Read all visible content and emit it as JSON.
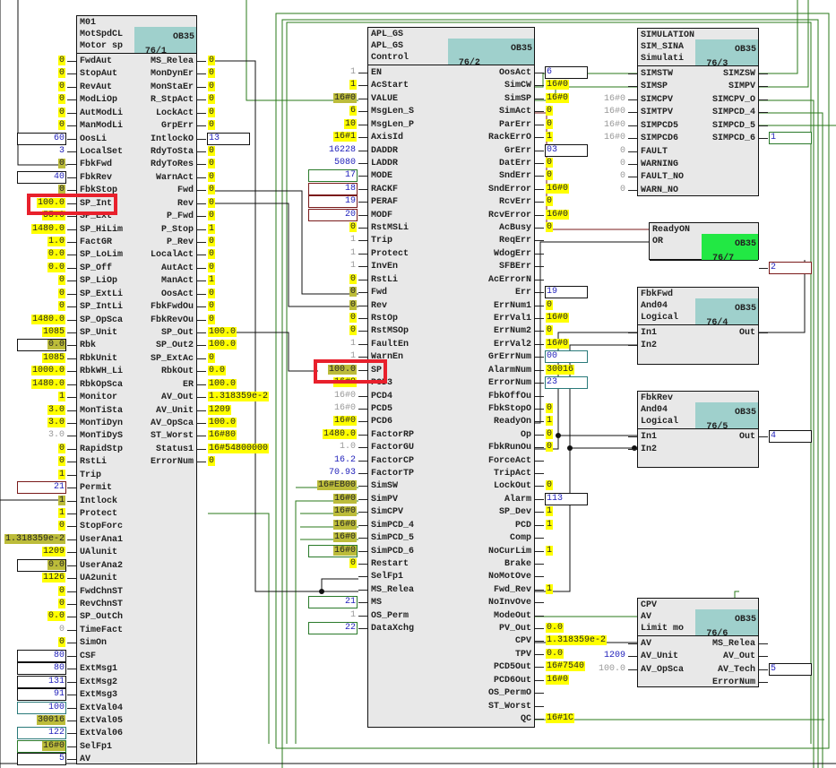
{
  "blocks": [
    {
      "id": "M01",
      "title": [
        "M01",
        "MotSpdCL",
        "Motor sp"
      ],
      "ob": "OB35",
      "seq": "76/1",
      "inputs": [
        {
          "n": "FwdAut",
          "v": "0",
          "s": "y"
        },
        {
          "n": "StopAut",
          "v": "0",
          "s": "y"
        },
        {
          "n": "RevAut",
          "v": "0",
          "s": "y"
        },
        {
          "n": "ModLiOp",
          "v": "0",
          "s": "y"
        },
        {
          "n": "AutModLi",
          "v": "0",
          "s": "y"
        },
        {
          "n": "ManModLi",
          "v": "0",
          "s": "y"
        },
        {
          "n": "OosLi",
          "v": "60",
          "s": "box"
        },
        {
          "n": "LocalSet",
          "v": "3",
          "s": "b"
        },
        {
          "n": "FbkFwd",
          "v": "0",
          "s": "o"
        },
        {
          "n": "FbkRev",
          "v": "40",
          "s": "box"
        },
        {
          "n": "FbkStop",
          "v": "0",
          "s": "o"
        },
        {
          "n": "SP_Int",
          "v": "100.0",
          "s": "y"
        },
        {
          "n": "SP_Ext",
          "v": "55.0",
          "s": "y"
        },
        {
          "n": "SP_HiLim",
          "v": "1480.0",
          "s": "y"
        },
        {
          "n": "FactGR",
          "v": "1.0",
          "s": "y"
        },
        {
          "n": "SP_LoLim",
          "v": "0.0",
          "s": "y"
        },
        {
          "n": "SP_Off",
          "v": "0.0",
          "s": "y"
        },
        {
          "n": "SP_LiOp",
          "v": "0",
          "s": "y"
        },
        {
          "n": "SP_ExtLi",
          "v": "0",
          "s": "y"
        },
        {
          "n": "SP_IntLi",
          "v": "0",
          "s": "y"
        },
        {
          "n": "SP_OpSca",
          "v": "1480.0",
          "s": "y"
        },
        {
          "n": "SP_Unit",
          "v": "1085",
          "s": "y"
        },
        {
          "n": "Rbk",
          "v": "0.0",
          "s": "obox"
        },
        {
          "n": "RbkUnit",
          "v": "1085",
          "s": "y"
        },
        {
          "n": "RbkWH_Li",
          "v": "1000.0",
          "s": "y"
        },
        {
          "n": "RbkOpSca",
          "v": "1480.0",
          "s": "y"
        },
        {
          "n": "Monitor",
          "v": "1",
          "s": "y"
        },
        {
          "n": "MonTiSta",
          "v": "3.0",
          "s": "y"
        },
        {
          "n": "MonTiDyn",
          "v": "3.0",
          "s": "y"
        },
        {
          "n": "MonTiDyS",
          "v": "3.0",
          "s": "g"
        },
        {
          "n": "RapidStp",
          "v": "0",
          "s": "y"
        },
        {
          "n": "RstLi",
          "v": "0",
          "s": "y"
        },
        {
          "n": "Trip",
          "v": "1",
          "s": "y"
        },
        {
          "n": "Permit",
          "v": "21",
          "s": "boxr"
        },
        {
          "n": "Intlock",
          "v": "1",
          "s": "o"
        },
        {
          "n": "Protect",
          "v": "1",
          "s": "y"
        },
        {
          "n": "StopForc",
          "v": "0",
          "s": "y"
        },
        {
          "n": "UserAna1",
          "v": "1.318359e-2",
          "s": "o"
        },
        {
          "n": "UAlunit",
          "v": "1209",
          "s": "y"
        },
        {
          "n": "UserAna2",
          "v": "0.0",
          "s": "obox"
        },
        {
          "n": "UA2unit",
          "v": "1126",
          "s": "y"
        },
        {
          "n": "FwdChnST",
          "v": "0",
          "s": "y"
        },
        {
          "n": "RevChnST",
          "v": "0",
          "s": "y"
        },
        {
          "n": "SP_OutCh",
          "v": "0.0",
          "s": "y"
        },
        {
          "n": "TimeFact",
          "v": "0",
          "s": "g"
        },
        {
          "n": "SimOn",
          "v": "0",
          "s": "y"
        },
        {
          "n": "CSF",
          "v": "80",
          "s": "box"
        },
        {
          "n": "ExtMsg1",
          "v": "80",
          "s": "box"
        },
        {
          "n": "ExtMsg2",
          "v": "131",
          "s": "box"
        },
        {
          "n": "ExtMsg3",
          "v": "91",
          "s": "box"
        },
        {
          "n": "ExtVal04",
          "v": "100",
          "s": "boxt"
        },
        {
          "n": "ExtVal05",
          "v": "30016",
          "s": "o"
        },
        {
          "n": "ExtVal06",
          "v": "122",
          "s": "boxt"
        },
        {
          "n": "SelFp1",
          "v": "16#0",
          "s": "oboxg"
        },
        {
          "n": "AV",
          "v": "5",
          "s": "box"
        }
      ],
      "outputs": [
        {
          "n": "MS_Relea",
          "v": "0",
          "s": "y"
        },
        {
          "n": "MonDynEr",
          "v": "0",
          "s": "y"
        },
        {
          "n": "MonStaEr",
          "v": "0",
          "s": "y"
        },
        {
          "n": "R_StpAct",
          "v": "0",
          "s": "y"
        },
        {
          "n": "LockAct",
          "v": "0",
          "s": "y"
        },
        {
          "n": "GrpErr",
          "v": "0",
          "s": "y"
        },
        {
          "n": "IntlockO",
          "v": "13",
          "s": "box"
        },
        {
          "n": "RdyToSta",
          "v": "0",
          "s": "y"
        },
        {
          "n": "RdyToRes",
          "v": "0",
          "s": "y"
        },
        {
          "n": "WarnAct",
          "v": "0",
          "s": "y"
        },
        {
          "n": "Fwd",
          "v": "0",
          "s": "y"
        },
        {
          "n": "Rev",
          "v": "0",
          "s": "y"
        },
        {
          "n": "P_Fwd",
          "v": "0",
          "s": "y"
        },
        {
          "n": "P_Stop",
          "v": "1",
          "s": "y"
        },
        {
          "n": "P_Rev",
          "v": "0",
          "s": "y"
        },
        {
          "n": "LocalAct",
          "v": "0",
          "s": "y"
        },
        {
          "n": "AutAct",
          "v": "0",
          "s": "y"
        },
        {
          "n": "ManAct",
          "v": "1",
          "s": "y"
        },
        {
          "n": "OosAct",
          "v": "0",
          "s": "y"
        },
        {
          "n": "FbkFwdOu",
          "v": "0",
          "s": "y"
        },
        {
          "n": "FbkRevOu",
          "v": "0",
          "s": "y"
        },
        {
          "n": "SP_Out",
          "v": "100.0",
          "s": "y"
        },
        {
          "n": "SP_Out2",
          "v": "100.0",
          "s": "y"
        },
        {
          "n": "SP_ExtAc",
          "v": "0",
          "s": "y"
        },
        {
          "n": "RbkOut",
          "v": "0.0",
          "s": "y"
        },
        {
          "n": "ER",
          "v": "100.0",
          "s": "y"
        },
        {
          "n": "AV_Out",
          "v": "1.318359e-2",
          "s": "y"
        },
        {
          "n": "AV_Unit",
          "v": "1209",
          "s": "y"
        },
        {
          "n": "AV_OpSca",
          "v": "100.0",
          "s": "y"
        },
        {
          "n": "ST_Worst",
          "v": "16#80",
          "s": "y"
        },
        {
          "n": "Status1",
          "v": "16#54800000",
          "s": "y"
        },
        {
          "n": "ErrorNum",
          "v": "0",
          "s": "y"
        }
      ]
    },
    {
      "id": "APL_GS",
      "title": [
        "APL_GS",
        "APL_GS",
        "Control"
      ],
      "ob": "OB35",
      "seq": "76/2",
      "inputs": [
        {
          "n": "EN",
          "v": "1",
          "s": "g"
        },
        {
          "n": "AcStart",
          "v": "1",
          "s": "y"
        },
        {
          "n": "VALUE",
          "v": "16#0",
          "s": "o"
        },
        {
          "n": "MsgLen_S",
          "v": "6",
          "s": "y"
        },
        {
          "n": "MsgLen_P",
          "v": "10",
          "s": "y"
        },
        {
          "n": "AxisId",
          "v": "16#1",
          "s": "y"
        },
        {
          "n": "DADDR",
          "v": "16228",
          "s": "b"
        },
        {
          "n": "LADDR",
          "v": "5080",
          "s": "b"
        },
        {
          "n": "MODE",
          "v": "17",
          "s": "boxg"
        },
        {
          "n": "RACKF",
          "v": "18",
          "s": "boxr"
        },
        {
          "n": "PERAF",
          "v": "19",
          "s": "boxr"
        },
        {
          "n": "MODF",
          "v": "20",
          "s": "boxr"
        },
        {
          "n": "RstMSLi",
          "v": "0",
          "s": "y"
        },
        {
          "n": "Trip",
          "v": "1",
          "s": "g"
        },
        {
          "n": "Protect",
          "v": "1",
          "s": "g"
        },
        {
          "n": "InvEn",
          "v": "1",
          "s": "g"
        },
        {
          "n": "RstLi",
          "v": "0",
          "s": "y"
        },
        {
          "n": "Fwd",
          "v": "0",
          "s": "o"
        },
        {
          "n": "Rev",
          "v": "0",
          "s": "o"
        },
        {
          "n": "RstOp",
          "v": "0",
          "s": "y"
        },
        {
          "n": "RstMSOp",
          "v": "0",
          "s": "y"
        },
        {
          "n": "FaultEn",
          "v": "1",
          "s": "g"
        },
        {
          "n": "WarnEn",
          "v": "1",
          "s": "g"
        },
        {
          "n": "SP",
          "v": "100.0",
          "s": "o"
        },
        {
          "n": "PCD3",
          "v": "16#0",
          "s": "y"
        },
        {
          "n": "PCD4",
          "v": "16#0",
          "s": "g"
        },
        {
          "n": "PCD5",
          "v": "16#0",
          "s": "g"
        },
        {
          "n": "PCD6",
          "v": "16#0",
          "s": "y"
        },
        {
          "n": "FactorRP",
          "v": "1480.0",
          "s": "y"
        },
        {
          "n": "FactorGU",
          "v": "1.0",
          "s": "g"
        },
        {
          "n": "FactorCP",
          "v": "16.2",
          "s": "b"
        },
        {
          "n": "FactorTP",
          "v": "70.93",
          "s": "b"
        },
        {
          "n": "SimSW",
          "v": "16#EB00",
          "s": "o"
        },
        {
          "n": "SimPV",
          "v": "16#0",
          "s": "o"
        },
        {
          "n": "SimCPV",
          "v": "16#0",
          "s": "o"
        },
        {
          "n": "SimPCD_4",
          "v": "16#0",
          "s": "o"
        },
        {
          "n": "SimPCD_5",
          "v": "16#0",
          "s": "o"
        },
        {
          "n": "SimPCD_6",
          "v": "16#0",
          "s": "oboxg"
        },
        {
          "n": "Restart",
          "v": "0",
          "s": "y"
        },
        {
          "n": "SelFp1",
          "v": "",
          "s": ""
        },
        {
          "n": "MS_Relea",
          "v": "",
          "s": ""
        },
        {
          "n": "MS",
          "v": "21",
          "s": "boxg"
        },
        {
          "n": "OS_Perm",
          "v": "1",
          "s": "g"
        },
        {
          "n": "DataXchg",
          "v": "22",
          "s": "boxg"
        }
      ],
      "outputs": [
        {
          "n": "OosAct",
          "v": "6",
          "s": "box"
        },
        {
          "n": "SimCW",
          "v": "16#0",
          "s": "y"
        },
        {
          "n": "SimSP",
          "v": "16#0",
          "s": "y"
        },
        {
          "n": "SimAct",
          "v": "0",
          "s": "y"
        },
        {
          "n": "ParErr",
          "v": "0",
          "s": "y"
        },
        {
          "n": "RackErrO",
          "v": "1",
          "s": "y"
        },
        {
          "n": "GrErr",
          "v": "03",
          "s": "box"
        },
        {
          "n": "DatErr",
          "v": "0",
          "s": "y"
        },
        {
          "n": "SndErr",
          "v": "0",
          "s": "y"
        },
        {
          "n": "SndError",
          "v": "16#0",
          "s": "y"
        },
        {
          "n": "RcvErr",
          "v": "0",
          "s": "y"
        },
        {
          "n": "RcvError",
          "v": "16#0",
          "s": "y"
        },
        {
          "n": "AcBusy",
          "v": "0",
          "s": "y"
        },
        {
          "n": "ReqErr",
          "v": "",
          "s": ""
        },
        {
          "n": "WdogErr",
          "v": "",
          "s": ""
        },
        {
          "n": "SFBErr",
          "v": "",
          "s": ""
        },
        {
          "n": "AcErrorN",
          "v": "",
          "s": ""
        },
        {
          "n": "Err",
          "v": "19",
          "s": "box"
        },
        {
          "n": "ErrNum1",
          "v": "0",
          "s": "y"
        },
        {
          "n": "ErrVal1",
          "v": "16#0",
          "s": "y"
        },
        {
          "n": "ErrNum2",
          "v": "0",
          "s": "y"
        },
        {
          "n": "ErrVal2",
          "v": "16#0",
          "s": "y"
        },
        {
          "n": "GrErrNum",
          "v": "00",
          "s": "boxt"
        },
        {
          "n": "AlarmNum",
          "v": "30016",
          "s": "y"
        },
        {
          "n": "ErrorNum",
          "v": "23",
          "s": "boxt"
        },
        {
          "n": "FbkOffOu",
          "v": "",
          "s": ""
        },
        {
          "n": "FbkStopO",
          "v": "0",
          "s": "y"
        },
        {
          "n": "ReadyOn",
          "v": "1",
          "s": "y"
        },
        {
          "n": "Op",
          "v": "0",
          "s": "y"
        },
        {
          "n": "FbkRunOu",
          "v": "0",
          "s": "y"
        },
        {
          "n": "ForceAct",
          "v": "",
          "s": ""
        },
        {
          "n": "TripAct",
          "v": "",
          "s": ""
        },
        {
          "n": "LockOut",
          "v": "0",
          "s": "y"
        },
        {
          "n": "Alarm",
          "v": "113",
          "s": "box"
        },
        {
          "n": "SP_Dev",
          "v": "1",
          "s": "y"
        },
        {
          "n": "PCD",
          "v": "1",
          "s": "y"
        },
        {
          "n": "Comp",
          "v": "",
          "s": ""
        },
        {
          "n": "NoCurLim",
          "v": "1",
          "s": "y"
        },
        {
          "n": "Brake",
          "v": "",
          "s": ""
        },
        {
          "n": "NoMotOve",
          "v": "",
          "s": ""
        },
        {
          "n": "Fwd_Rev",
          "v": "1",
          "s": "y"
        },
        {
          "n": "NoInvOve",
          "v": "",
          "s": ""
        },
        {
          "n": "ModeOut",
          "v": "",
          "s": ""
        },
        {
          "n": "PV_Out",
          "v": "0.0",
          "s": "y"
        },
        {
          "n": "CPV",
          "v": "1.318359e-2",
          "s": "y"
        },
        {
          "n": "TPV",
          "v": "0.0",
          "s": "y"
        },
        {
          "n": "PCD5Out",
          "v": "16#7540",
          "s": "y"
        },
        {
          "n": "PCD6Out",
          "v": "16#0",
          "s": "y"
        },
        {
          "n": "OS_PermO",
          "v": "",
          "s": ""
        },
        {
          "n": "ST_Worst",
          "v": "",
          "s": ""
        },
        {
          "n": "QC",
          "v": "16#1C",
          "s": "y"
        }
      ]
    },
    {
      "id": "SIMULATION",
      "title": [
        "SIMULATION",
        "SIM_SINA",
        "Simulati"
      ],
      "ob": "OB35",
      "seq": "76/3",
      "inputs": [
        {
          "n": "SIMSTW",
          "v": "",
          "s": ""
        },
        {
          "n": "SIMSP",
          "v": "",
          "s": ""
        },
        {
          "n": "SIMCPV",
          "v": "16#0",
          "s": "g"
        },
        {
          "n": "SIMTPV",
          "v": "16#0",
          "s": "g"
        },
        {
          "n": "SIMPCD5",
          "v": "16#0",
          "s": "g"
        },
        {
          "n": "SIMPCD6",
          "v": "16#0",
          "s": "g"
        },
        {
          "n": "FAULT",
          "v": "0",
          "s": "g"
        },
        {
          "n": "WARNING",
          "v": "0",
          "s": "g"
        },
        {
          "n": "FAULT_NO",
          "v": "0",
          "s": "g"
        },
        {
          "n": "WARN_NO",
          "v": "0",
          "s": "g"
        }
      ],
      "outputs": [
        {
          "n": "SIMZSW",
          "v": "",
          "s": ""
        },
        {
          "n": "SIMPV",
          "v": "",
          "s": ""
        },
        {
          "n": "SIMCPV_O",
          "v": "",
          "s": ""
        },
        {
          "n": "SIMPCD_4",
          "v": "",
          "s": ""
        },
        {
          "n": "SIMPCD_5",
          "v": "",
          "s": ""
        },
        {
          "n": "SIMPCD_6",
          "v": "1",
          "s": "boxg"
        }
      ]
    },
    {
      "id": "ReadyON",
      "title": [
        "ReadyON",
        "OR"
      ],
      "ob": "OB35",
      "seq": "76/7",
      "obcolor": "#22e844",
      "inputs": [],
      "outputs": [
        {
          "n": "",
          "v": "2",
          "s": "boxr"
        }
      ]
    },
    {
      "id": "FbkFwd",
      "title": [
        "FbkFwd",
        "And04",
        "Logical"
      ],
      "ob": "OB35",
      "seq": "76/4",
      "inputs": [
        {
          "n": "In1",
          "v": "",
          "s": ""
        },
        {
          "n": "In2",
          "v": "",
          "s": ""
        }
      ],
      "outputs": [
        {
          "n": "Out",
          "v": "",
          "s": ""
        }
      ]
    },
    {
      "id": "FbkRev",
      "title": [
        "FbkRev",
        "And04",
        "Logical"
      ],
      "ob": "OB35",
      "seq": "76/5",
      "inputs": [
        {
          "n": "In1",
          "v": "",
          "s": ""
        },
        {
          "n": "In2",
          "v": "",
          "s": ""
        }
      ],
      "outputs": [
        {
          "n": "Out",
          "v": "4",
          "s": "box"
        }
      ]
    },
    {
      "id": "CPV",
      "title": [
        "CPV",
        "AV",
        "Limit mo"
      ],
      "ob": "OB35",
      "seq": "76/6",
      "inputs": [
        {
          "n": "AV",
          "v": "",
          "s": ""
        },
        {
          "n": "AV_Unit",
          "v": "1209",
          "s": "b"
        },
        {
          "n": "AV_OpSca",
          "v": "100.0",
          "s": "g"
        }
      ],
      "outputs": [
        {
          "n": "MS_Relea",
          "v": "",
          "s": ""
        },
        {
          "n": "AV_Out",
          "v": "",
          "s": ""
        },
        {
          "n": "AV_Tech",
          "v": "5",
          "s": "box"
        },
        {
          "n": "ErrorNum",
          "v": "",
          "s": ""
        }
      ]
    }
  ]
}
